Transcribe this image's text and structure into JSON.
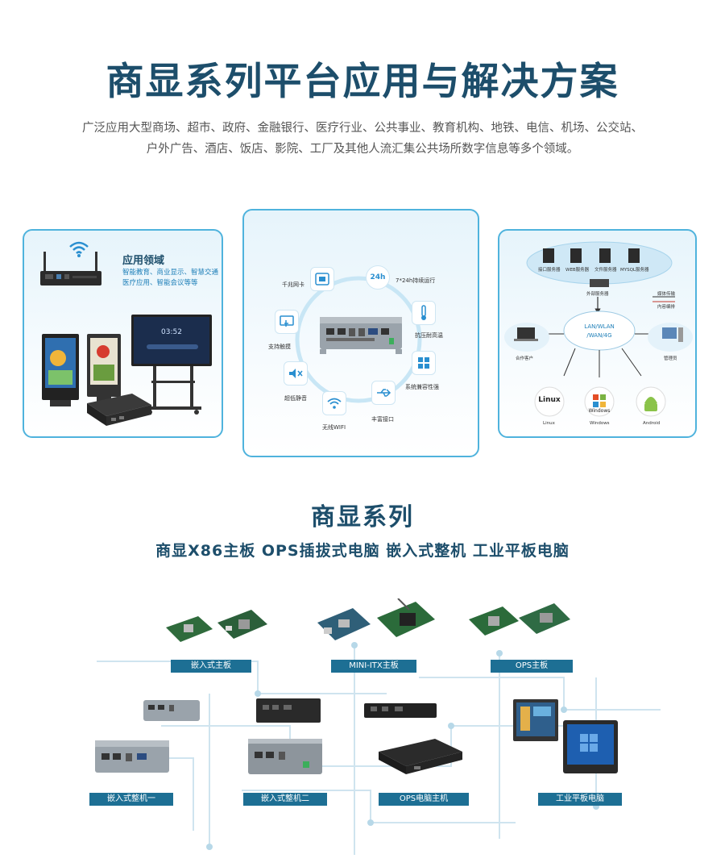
{
  "header": {
    "title": "商显系列平台应用与解决方案",
    "intro_line1": "广泛应用大型商场、超市、政府、金融银行、医疗行业、公共事业、教育机构、地铁、电信、机场、公交站、",
    "intro_line2": "户外广告、酒店、饭店、影院、工厂及其他人流汇集公共场所数字信息等多个领域。"
  },
  "app_card": {
    "title": "应用领域",
    "desc_line1": "智能教育、商业显示、智慧交通",
    "desc_line2": "医疗应用、智能会议等等",
    "screen_time": "03:52"
  },
  "features": {
    "gigabit": "千兆网卡",
    "runtime": "7*24h持续运行",
    "runtime_badge": "24h",
    "temperature": "抗压耐高温",
    "compat": "系统兼容性强",
    "ports": "丰富接口",
    "wifi": "无线WIFI",
    "silent": "超低静音",
    "touch": "支持触摸"
  },
  "network": {
    "srv1": "接口服务器",
    "srv2": "WEB服务器",
    "srv3": "文件服务器",
    "srv4": "MYSQL服务器",
    "ext_server": "外部服务器",
    "media": "媒体传输",
    "content": "内容编排",
    "cloud_line1": "LAN/WLAN",
    "cloud_line2": "/WAN/4G",
    "client": "合作客户",
    "admin": "管理员",
    "linux": "Linux",
    "linux_logo": "Linux",
    "windows": "Windows",
    "windows_logo": "Windows",
    "android": "Android"
  },
  "series": {
    "title": "商显系列",
    "subtitle": "商显X86主板 OPS插拔式电脑 嵌入式整机 工业平板电脑"
  },
  "categories": {
    "embedded_board": "嵌入式主板",
    "mini_itx": "MINI-ITX主板",
    "ops_board": "OPS主板",
    "embedded_pc1": "嵌入式整机一",
    "embedded_pc2": "嵌入式整机二",
    "ops_pc": "OPS电脑主机",
    "panel_pc": "工业平板电脑"
  },
  "colors": {
    "title": "#1d4e6b",
    "accent": "#4fb3dd",
    "label_bg": "#1d6f94"
  }
}
